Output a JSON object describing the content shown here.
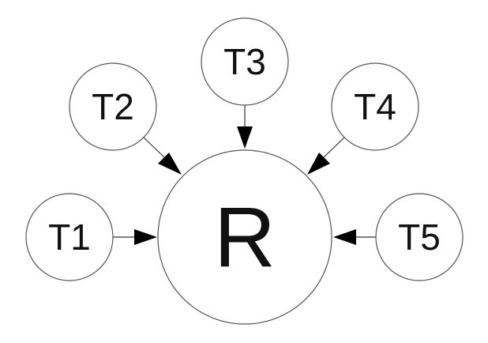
{
  "diagram": {
    "center": {
      "id": "R",
      "label": "R"
    },
    "nodes": [
      {
        "id": "T1",
        "label": "T1"
      },
      {
        "id": "T2",
        "label": "T2"
      },
      {
        "id": "T3",
        "label": "T3"
      },
      {
        "id": "T4",
        "label": "T4"
      },
      {
        "id": "T5",
        "label": "T5"
      }
    ],
    "edges": [
      {
        "from": "T1",
        "to": "R"
      },
      {
        "from": "T2",
        "to": "R"
      },
      {
        "from": "T3",
        "to": "R"
      },
      {
        "from": "T4",
        "to": "R"
      },
      {
        "from": "T5",
        "to": "R"
      }
    ]
  }
}
